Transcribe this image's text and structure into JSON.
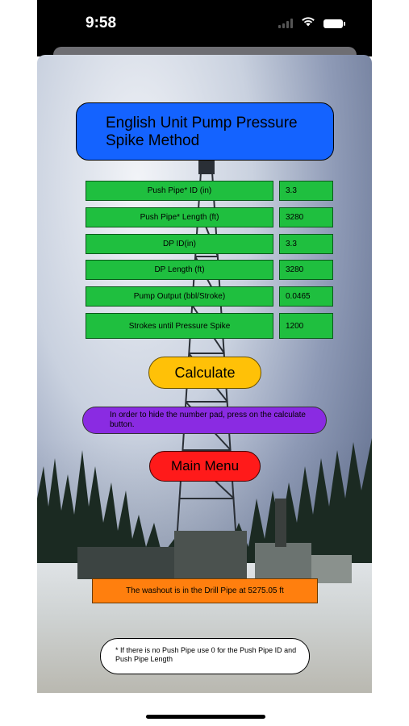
{
  "status_bar": {
    "time": "9:58"
  },
  "header": {
    "title": "English Unit Pump Pressure Spike Method"
  },
  "form": {
    "fields": [
      {
        "label": "Push Pipe* ID (in)",
        "value": "3.3"
      },
      {
        "label": "Push Pipe* Length (ft)",
        "value": "3280"
      },
      {
        "label": "DP ID(in)",
        "value": "3.3"
      },
      {
        "label": "DP Length (ft)",
        "value": "3280"
      },
      {
        "label": "Pump Output (bbl/Stroke)",
        "value": "0.0465"
      },
      {
        "label": "Strokes until Pressure Spike",
        "value": "1200"
      }
    ]
  },
  "actions": {
    "calculate_label": "Calculate",
    "hint_text": "In order to hide the number pad, press on the calculate button.",
    "main_menu_label": "Main Menu"
  },
  "result": {
    "text": "The washout is in the Drill Pipe at 5275.05 ft"
  },
  "footnote": {
    "text": "* If there is no Push Pipe use 0 for the Push Pipe ID and Push Pipe Length"
  },
  "colors": {
    "title_bg": "#1463ff",
    "field_bg": "#1fbf3f",
    "calculate_bg": "#ffc107",
    "hint_bg": "#8a2be2",
    "menu_bg": "#ff1a1a",
    "result_bg": "#ff7f0e"
  },
  "icons": [
    "signal-icon",
    "wifi-icon",
    "battery-icon"
  ]
}
